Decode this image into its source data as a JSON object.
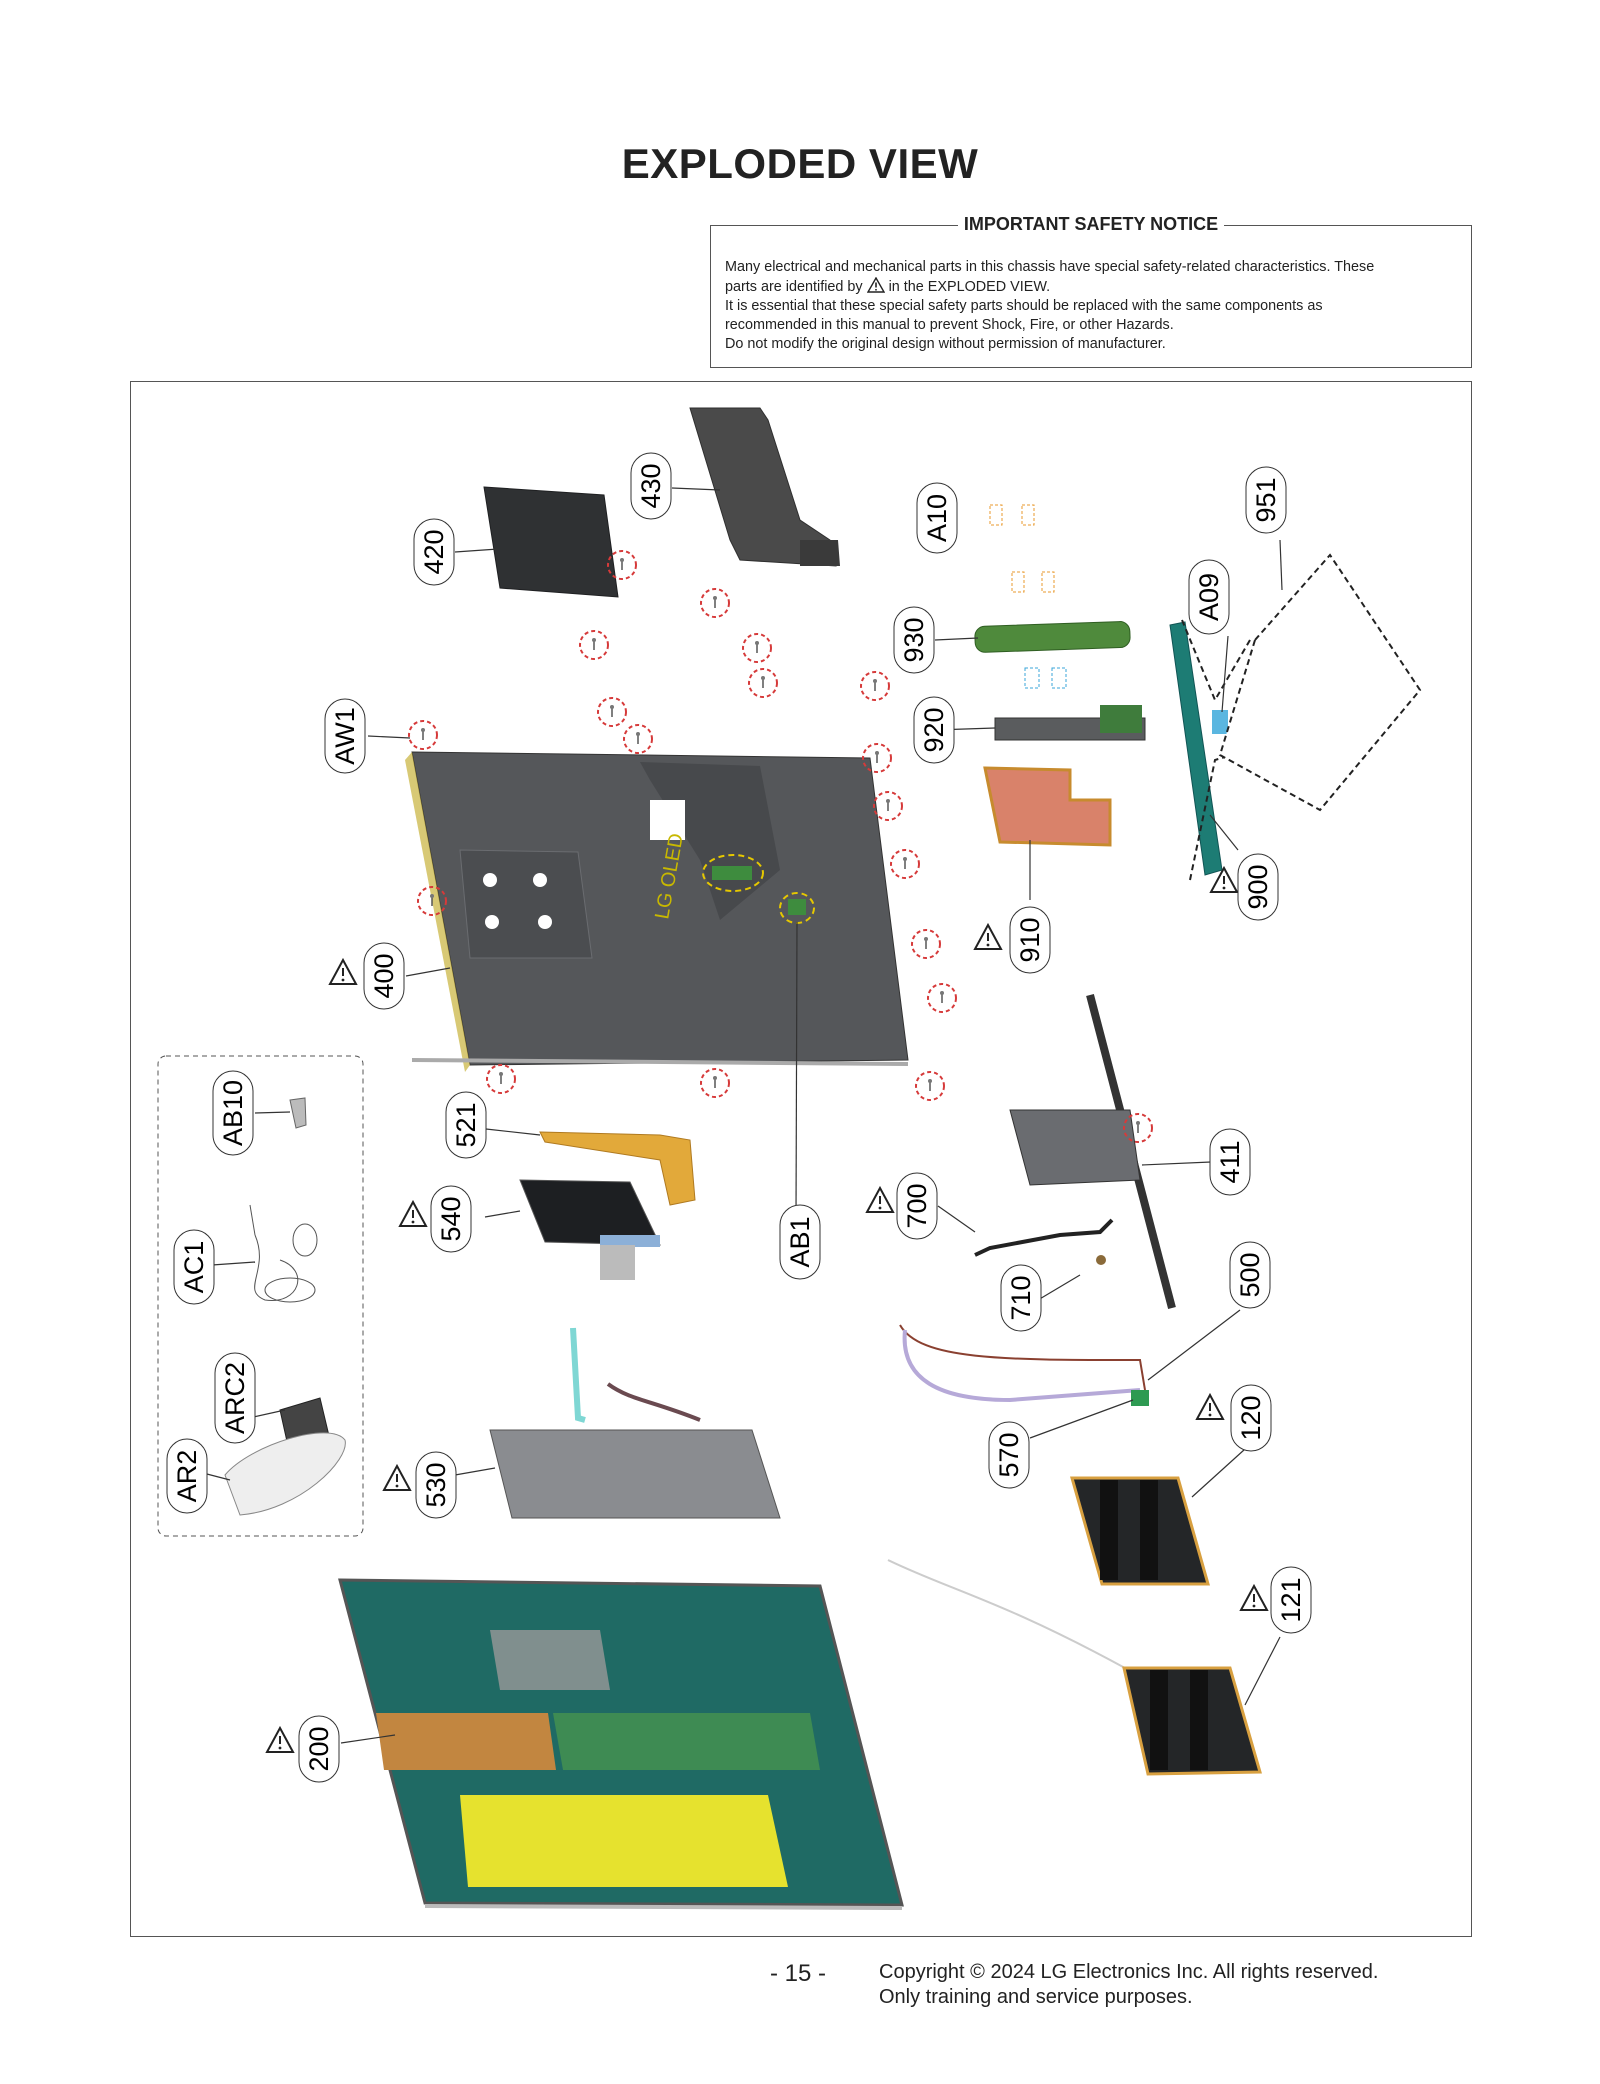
{
  "page": {
    "title": "EXPLODED VIEW",
    "page_number": "- 15 -",
    "copyright": "Copyright © 2024 LG Electronics Inc. All rights reserved.",
    "copyright_note": "Only training and service purposes."
  },
  "safety_notice": {
    "heading": "IMPORTANT SAFETY NOTICE",
    "line1": "Many electrical and mechanical parts in this chassis have special safety-related characteristics. These",
    "line2_pre": "parts are identified by",
    "line2_post": "in the EXPLODED VIEW.",
    "line3": "It is essential that these special safety parts should be replaced with the same components as",
    "line4": "recommended in this manual to prevent Shock, Fire, or other Hazards.",
    "line5": "Do not modify the original design without permission of manufacturer."
  },
  "diagram": {
    "panel_logo_text": "LG OLED",
    "part_labels": {
      "p430": "430",
      "p420": "420",
      "pA10": "A10",
      "p951": "951",
      "pA09": "A09",
      "p930": "930",
      "p920": "920",
      "pAW1": "AW1",
      "p910": "910",
      "p900": "900",
      "p400": "400",
      "pAB10": "AB10",
      "p521": "521",
      "p540": "540",
      "pAB1": "AB1",
      "p700": "700",
      "p411": "411",
      "pAC1": "AC1",
      "p710": "710",
      "p500": "500",
      "pARC2": "ARC2",
      "p120": "120",
      "p570": "570",
      "pAR2": "AR2",
      "p530": "530",
      "p121": "121",
      "p200": "200"
    },
    "safety_marked_parts": [
      "910",
      "900",
      "400",
      "540",
      "700",
      "120",
      "530",
      "121",
      "200"
    ]
  }
}
